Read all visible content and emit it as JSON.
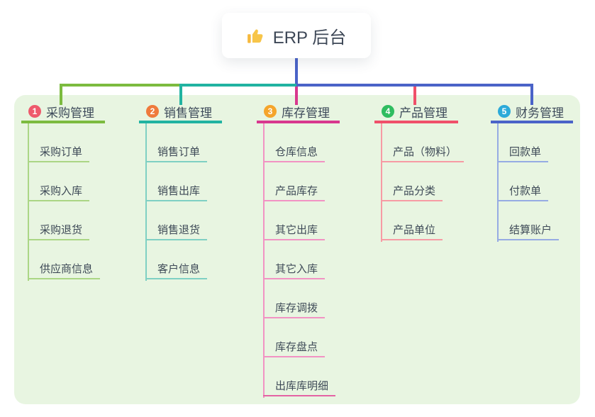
{
  "root": {
    "label": "ERP 后台",
    "icon": "thumbs-up"
  },
  "colors": {
    "board_background": "#e8f5e1",
    "root_connector": "#4a63c8",
    "branch_lines": [
      "#7cbb3f",
      "#21b3a1",
      "#d8388e",
      "#f0506a",
      "#4a63c8"
    ],
    "child_lines": [
      "#abd685",
      "#7fd0c3",
      "#f293c3",
      "#f79ba4",
      "#96abe3"
    ],
    "badge_colors": [
      "#ee5a6c",
      "#ef7a3c",
      "#f5a52b",
      "#2fbd60",
      "#2caad9"
    ]
  },
  "branches": [
    {
      "badge": "1",
      "label": "采购管理",
      "children": [
        {
          "label": "采购订单"
        },
        {
          "label": "采购入库"
        },
        {
          "label": "采购退货"
        },
        {
          "label": "供应商信息"
        }
      ]
    },
    {
      "badge": "2",
      "label": "销售管理",
      "children": [
        {
          "label": "销售订单"
        },
        {
          "label": "销售出库"
        },
        {
          "label": "销售退货"
        },
        {
          "label": "客户信息"
        }
      ]
    },
    {
      "badge": "3",
      "label": "库存管理",
      "children": [
        {
          "label": "仓库信息"
        },
        {
          "label": "产品库存"
        },
        {
          "label": "其它出库"
        },
        {
          "label": "其它入库"
        },
        {
          "label": "库存调拨"
        },
        {
          "label": "库存盘点"
        },
        {
          "label": "出库库明细"
        }
      ]
    },
    {
      "badge": "4",
      "label": "产品管理",
      "children": [
        {
          "label": "产品（物料）"
        },
        {
          "label": "产品分类"
        },
        {
          "label": "产品单位"
        }
      ]
    },
    {
      "badge": "5",
      "label": "财务管理",
      "children": [
        {
          "label": "回款单"
        },
        {
          "label": "付款单"
        },
        {
          "label": "结算账户"
        }
      ]
    }
  ]
}
